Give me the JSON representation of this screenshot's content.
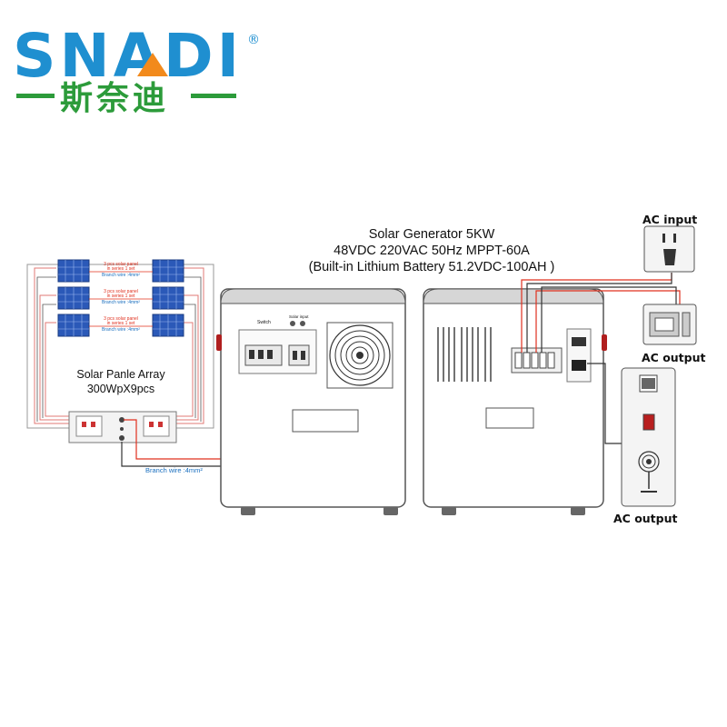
{
  "brand": {
    "name": "SNADI",
    "registered_mark": "®",
    "chinese_name": "斯奈迪",
    "colors": {
      "primary": "#1f8fd0",
      "accent": "#f28a1c",
      "chinese": "#2c9b3a"
    }
  },
  "title": {
    "line1": "Solar Generator 5KW",
    "line2": "48VDC 220VAC 50Hz MPPT-60A",
    "line3": "(Built-in Lithium Battery  51.2VDC-100AH )"
  },
  "solar_array": {
    "label_line1": "Solar Panle Array",
    "label_line2": "300WpX9pcs",
    "series_notes": [
      {
        "line1": "3 pcs solar panel",
        "line2": "in series 1 set",
        "wire": "Branch wire :4mm²"
      },
      {
        "line1": "3 pcs solar panel",
        "line2": "in series 1 set",
        "wire": "Branch wire :4mm²"
      },
      {
        "line1": "3 pcs solar panel",
        "line2": "in series 1 set",
        "wire": "Branch wire :4mm²"
      }
    ],
    "branch_wire_label": "Branch wire :4mm²"
  },
  "front_unit": {
    "switch_label": "Switch",
    "solar_input_label": "Solar input"
  },
  "outputs": {
    "ac_input_label": "AC input",
    "ac_output_label_1": "AC output",
    "ac_output_label_2": "AC output"
  },
  "wire_colors": {
    "positive": "#e0301e",
    "negative": "#222222",
    "dc": "#1a6fbf"
  }
}
